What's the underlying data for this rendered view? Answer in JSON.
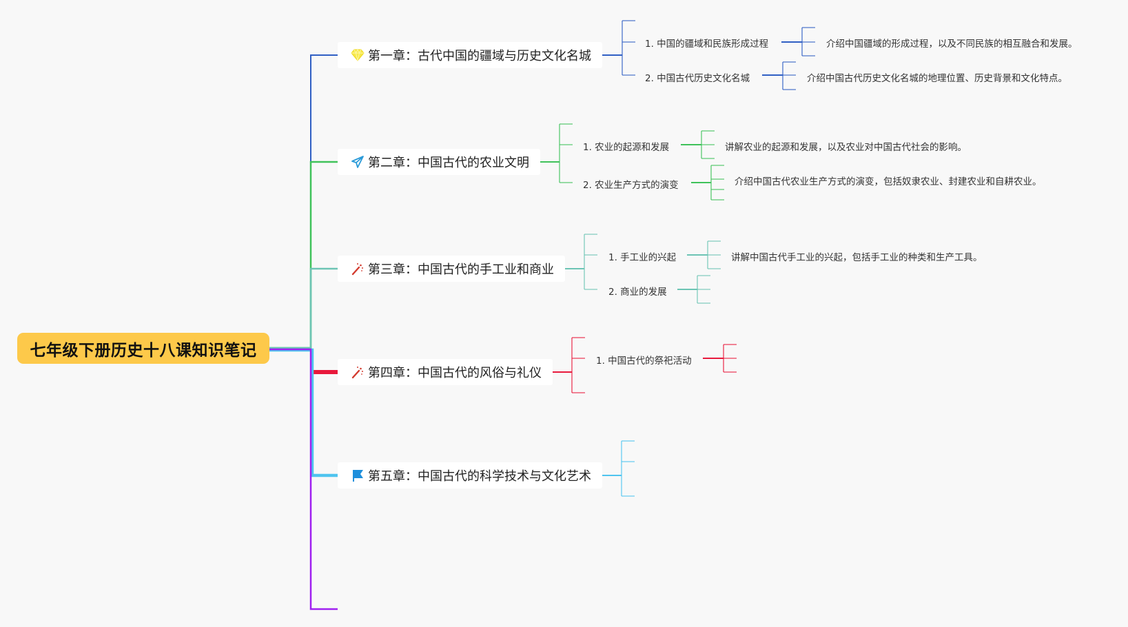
{
  "root": {
    "title": "七年级下册历史十八课知识笔记",
    "color": "#fdc94a"
  },
  "chapters": [
    {
      "title": "第一章：古代中国的疆域与历史文化名城",
      "icon": "diamond-icon",
      "color": "#2f5fc4",
      "topics": [
        {
          "label": "1. 中国的疆域和民族形成过程",
          "description": "介绍中国疆域的形成过程，以及不同民族的相互融合和发展。"
        },
        {
          "label": "2. 中国古代历史文化名城",
          "description": "介绍中国古代历史文化名城的地理位置、历史背景和文化特点。"
        }
      ]
    },
    {
      "title": "第二章：中国古代的农业文明",
      "icon": "paper-plane-icon",
      "color": "#3fc25a",
      "topics": [
        {
          "label": "1. 农业的起源和发展",
          "description": "讲解农业的起源和发展，以及农业对中国古代社会的影响。"
        },
        {
          "label": "2. 农业生产方式的演变",
          "description": "介绍中国古代农业生产方式的演变，包括奴隶农业、封建农业和自耕农业。"
        }
      ]
    },
    {
      "title": "第三章：中国古代的手工业和商业",
      "icon": "magic-wand-icon",
      "color": "#6cc4b4",
      "topics": [
        {
          "label": "1. 手工业的兴起",
          "description": "讲解中国古代手工业的兴起，包括手工业的种类和生产工具。"
        },
        {
          "label": "2. 商业的发展",
          "description": ""
        }
      ]
    },
    {
      "title": "第四章：中国古代的风俗与礼仪",
      "icon": "magic-wand-icon",
      "color": "#e8193c",
      "topics": [
        {
          "label": "1. 中国古代的祭祀活动",
          "description": ""
        }
      ]
    },
    {
      "title": "第五章：中国古代的科学技术与文化艺术",
      "icon": "flag-icon",
      "color": "#4fc4ef",
      "topics": []
    }
  ],
  "extra_branch_color": "#a020f0"
}
